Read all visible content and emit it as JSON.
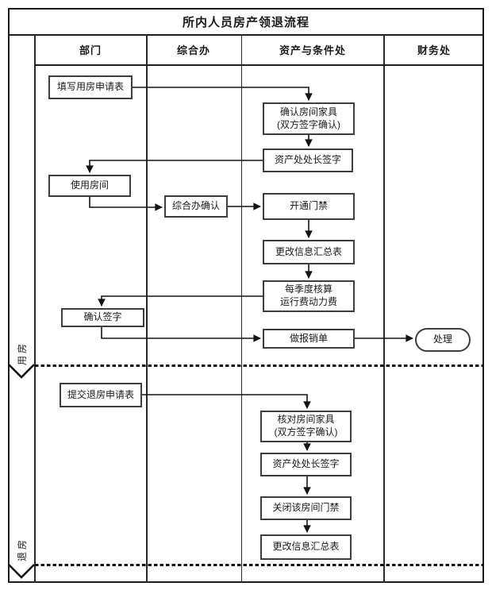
{
  "title": "所内人员房产领退流程",
  "columns": [
    {
      "label": "部门"
    },
    {
      "label": "综合办"
    },
    {
      "label": "资产与条件处"
    },
    {
      "label": "财务处"
    }
  ],
  "lanes": [
    {
      "label": "用房"
    },
    {
      "label": "退房"
    }
  ],
  "nodes": {
    "fill_form": {
      "label": "填写用房申请表"
    },
    "confirm_furniture": {
      "line1": "确认房间家具",
      "line2": "(双方签字确认)"
    },
    "director_sign_1": {
      "label": "资产处处长签字"
    },
    "use_room": {
      "label": "使用房间"
    },
    "office_confirm": {
      "label": "综合办确认"
    },
    "open_access": {
      "label": "开通门禁"
    },
    "update_info_1": {
      "label": "更改信息汇总表"
    },
    "quarterly": {
      "line1": "每季度核算",
      "line2": "运行费动力费"
    },
    "confirm_sign": {
      "label": "确认签字"
    },
    "reimburse": {
      "label": "做报销单"
    },
    "process": {
      "label": "处理"
    },
    "submit_return": {
      "label": "提交退房申请表"
    },
    "check_furniture": {
      "line1": "核对房间家具",
      "line2": "(双方签字确认)"
    },
    "director_sign_2": {
      "label": "资产处处长签字"
    },
    "close_access": {
      "label": "关闭该房间门禁"
    },
    "update_info_2": {
      "label": "更改信息汇总表"
    }
  },
  "flows": [
    {
      "from": "fill_form",
      "to": "confirm_furniture"
    },
    {
      "from": "confirm_furniture",
      "to": "director_sign_1"
    },
    {
      "from": "director_sign_1",
      "to": "use_room"
    },
    {
      "from": "use_room",
      "to": "office_confirm"
    },
    {
      "from": "office_confirm",
      "to": "open_access"
    },
    {
      "from": "open_access",
      "to": "update_info_1"
    },
    {
      "from": "update_info_1",
      "to": "quarterly"
    },
    {
      "from": "quarterly",
      "to": "confirm_sign"
    },
    {
      "from": "confirm_sign",
      "to": "reimburse"
    },
    {
      "from": "reimburse",
      "to": "process"
    },
    {
      "from": "submit_return",
      "to": "check_furniture"
    },
    {
      "from": "check_furniture",
      "to": "director_sign_2"
    },
    {
      "from": "director_sign_2",
      "to": "close_access"
    },
    {
      "from": "close_access",
      "to": "update_info_2"
    }
  ]
}
